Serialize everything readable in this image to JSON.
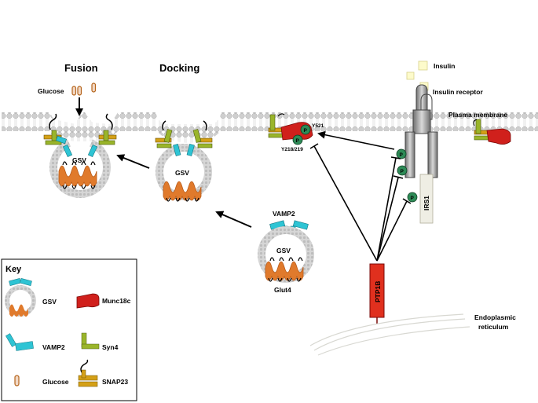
{
  "headings": {
    "fusion": "Fusion",
    "docking": "Docking"
  },
  "labels": {
    "glucose": "Glucose",
    "insulin": "Insulin",
    "insulin_receptor": "Insulin receptor",
    "plasma_membrane": "Plasma membrane",
    "gsv": "GSV",
    "vamp2": "VAMP2",
    "glut4": "Glut4",
    "y521": "Y521",
    "y218_219": "Y218/219",
    "p": "P",
    "irs1": "IRS1",
    "ptp1b": "PTP1B",
    "er_line1": "Endoplasmic",
    "er_line2": "reticulum"
  },
  "key": {
    "title": "Key",
    "items": {
      "gsv": "GSV",
      "munc18c": "Munc18c",
      "vamp2": "VAMP2",
      "syn4": "Syn4",
      "glucose": "Glucose",
      "snap23": "SNAP23"
    }
  },
  "colors": {
    "munc18c": "#d0201c",
    "vamp2": "#2ec4d4",
    "syn4": "#9ab52a",
    "snap23": "#d4a017",
    "glut4": "#e07a2c",
    "phospho": "#2e8b57",
    "ptp1b": "#e0301e",
    "membrane": "#c8c8c8",
    "receptor": "#8a8a8a"
  }
}
